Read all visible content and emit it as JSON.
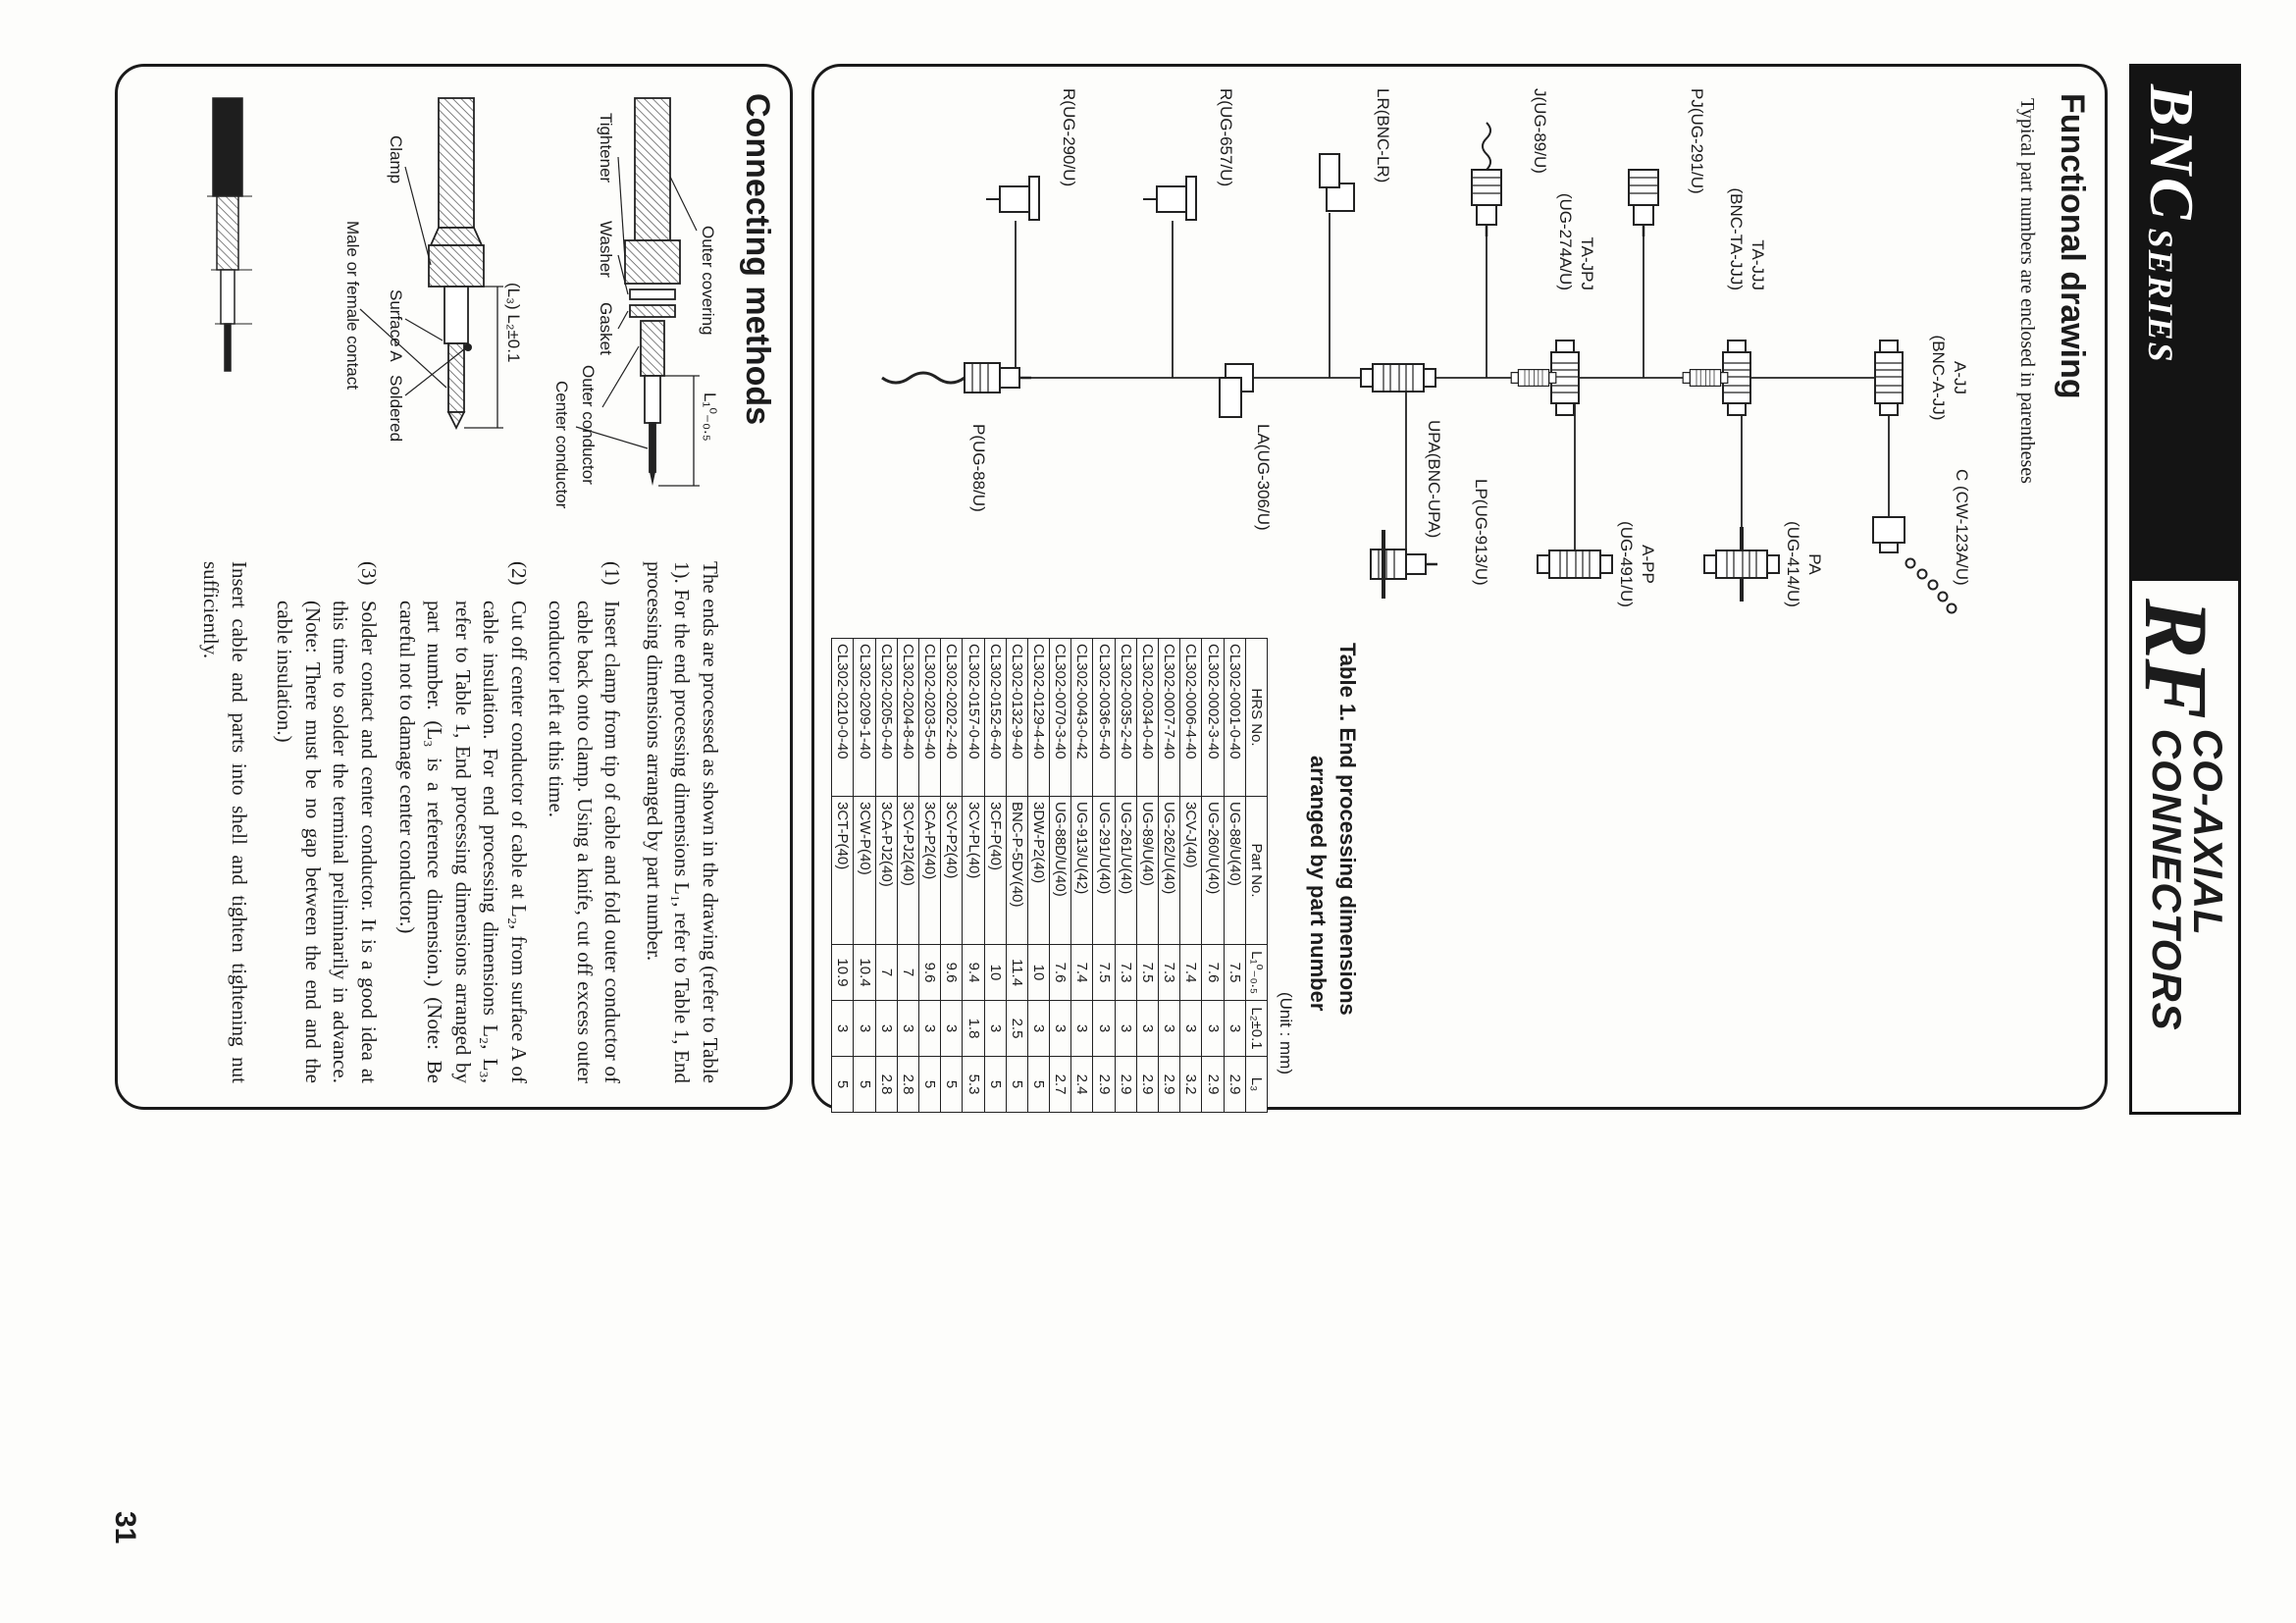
{
  "header": {
    "series": "BNC",
    "series_suffix": "SERIES",
    "product_line": "RF",
    "product_type": "CO-AXIAL CONNECTORS"
  },
  "page_number": "31",
  "functional": {
    "title": "Functional drawing",
    "subtitle": "Typical part numbers are enclosed in parentheses",
    "diagram_labels": {
      "a_jj": "A-JJ\n(BNC-A-JJ)",
      "c": "C (CW-123A/U)",
      "pa": "PA\n(UG-414/U)",
      "ta_jjj": "TA-JJJ\n(BNC-TA-JJJ)",
      "a_pp": "A-PP\n(UG-491/U)",
      "ta_jpj": "TA-JPJ\n(UG-274A/U)",
      "pj": "PJ(UG-291/U)",
      "j": "J(UG-89/U)",
      "lp": "LP(UG-913/U)",
      "upa": "UPA(BNC-UPA)",
      "lr": "LR(BNC-LR)",
      "la": "LA(UG-306/U)",
      "r_657": "R(UG-657/U)",
      "r_290": "R(UG-290/U)",
      "p": "P(UG-88/U)"
    }
  },
  "table": {
    "caption_line1": "Table 1.  End processing dimensions",
    "caption_line2": "arranged by part number",
    "unit_note": "(Unit : mm)",
    "headers": [
      "HRS No.",
      "Part No.",
      "L₁⁰₋₀.₅",
      "L₂±0.1",
      "L₃"
    ],
    "rows": [
      {
        "hrs": "CL302-0001-0-40",
        "part": "UG-88/U(40)",
        "l1": "7.5",
        "l2": "3",
        "l3": "2.9"
      },
      {
        "hrs": "CL302-0002-3-40",
        "part": "UG-260/U(40)",
        "l1": "7.6",
        "l2": "3",
        "l3": "2.9"
      },
      {
        "hrs": "CL302-0006-4-40",
        "part": "3CV-J(40)",
        "l1": "7.4",
        "l2": "3",
        "l3": "3.2"
      },
      {
        "hrs": "CL302-0007-7-40",
        "part": "UG-262/U(40)",
        "l1": "7.3",
        "l2": "3",
        "l3": "2.9"
      },
      {
        "hrs": "CL302-0034-0-40",
        "part": "UG-89/U(40)",
        "l1": "7.5",
        "l2": "3",
        "l3": "2.9"
      },
      {
        "hrs": "CL302-0035-2-40",
        "part": "UG-261/U(40)",
        "l1": "7.3",
        "l2": "3",
        "l3": "2.9"
      },
      {
        "hrs": "CL302-0036-5-40",
        "part": "UG-291/U(40)",
        "l1": "7.5",
        "l2": "3",
        "l3": "2.9"
      },
      {
        "hrs": "CL302-0043-0-42",
        "part": "UG-913/U(42)",
        "l1": "7.4",
        "l2": "3",
        "l3": "2.4"
      },
      {
        "hrs": "CL302-0070-3-40",
        "part": "UG-88D/U(40)",
        "l1": "7.6",
        "l2": "3",
        "l3": "2.7"
      },
      {
        "hrs": "CL302-0129-4-40",
        "part": "3DW-P2(40)",
        "l1": "10",
        "l2": "3",
        "l3": "5"
      },
      {
        "hrs": "CL302-0132-9-40",
        "part": "BNC-P-5DV(40)",
        "l1": "11.4",
        "l2": "2.5",
        "l3": "5"
      },
      {
        "hrs": "CL302-0152-6-40",
        "part": "3CF-P(40)",
        "l1": "10",
        "l2": "3",
        "l3": "5"
      },
      {
        "hrs": "CL302-0157-0-40",
        "part": "3CV-PL(40)",
        "l1": "9.4",
        "l2": "1.8",
        "l3": "5.3"
      },
      {
        "hrs": "CL302-0202-2-40",
        "part": "3CV-P2(40)",
        "l1": "9.6",
        "l2": "3",
        "l3": "5"
      },
      {
        "hrs": "CL302-0203-5-40",
        "part": "3CA-P2(40)",
        "l1": "9.6",
        "l2": "3",
        "l3": "5"
      },
      {
        "hrs": "CL302-0204-8-40",
        "part": "3CV-PJ2(40)",
        "l1": "7",
        "l2": "3",
        "l3": "2.8"
      },
      {
        "hrs": "CL302-0205-0-40",
        "part": "3CA-PJ2(40)",
        "l1": "7",
        "l2": "3",
        "l3": "2.8"
      },
      {
        "hrs": "CL302-0209-1-40",
        "part": "3CW-P(40)",
        "l1": "10.4",
        "l2": "3",
        "l3": "5"
      },
      {
        "hrs": "CL302-0210-0-40",
        "part": "3CT-P(40)",
        "l1": "10.9",
        "l2": "3",
        "l3": "5"
      }
    ]
  },
  "connecting": {
    "title": "Connecting methods",
    "intro": "The ends are processed as shown in the drawing (refer to Table 1). For the end processing dimensions L₁, refer to Table 1, End processing dimensions arranged by part number.",
    "steps": [
      {
        "no": "(1)",
        "text": "Insert clamp from tip of cable and fold outer conductor of cable back onto clamp. Using a knife, cut off excess outer conductor left at this time."
      },
      {
        "no": "(2)",
        "text": "Cut off center conductor of cable at L₂, from surface A of cable insulation. For end processing dimensions L₂, L₃, refer to Table 1, End processing dimensions arranged by part number. (L₃ is a reference dimension.) (Note: Be careful not to damage center conductor.)"
      },
      {
        "no": "(3)",
        "text": "Solder contact and center conductor. It is a good idea at this time to solder the terminal preliminarily in advance. (Note: There must be no gap between the end and the cable insulation.)"
      }
    ],
    "final_note": "Insert cable and parts into shell and tighten tightening nut sufficiently.",
    "diagram_labels": {
      "outer_covering": "Outer covering",
      "l1_dim": "L₁⁰₋₀.₅",
      "tightener": "Tightener",
      "washer": "Washer",
      "gasket": "Gasket",
      "outer_conductor": "Outer conductor",
      "center_conductor": "Center conductor",
      "l2_dim": "(L₃)  L₂±0.1",
      "clamp": "Clamp",
      "surface_a": "Surface A",
      "soldered": "Soldered",
      "contact": "Male or female contact"
    }
  }
}
